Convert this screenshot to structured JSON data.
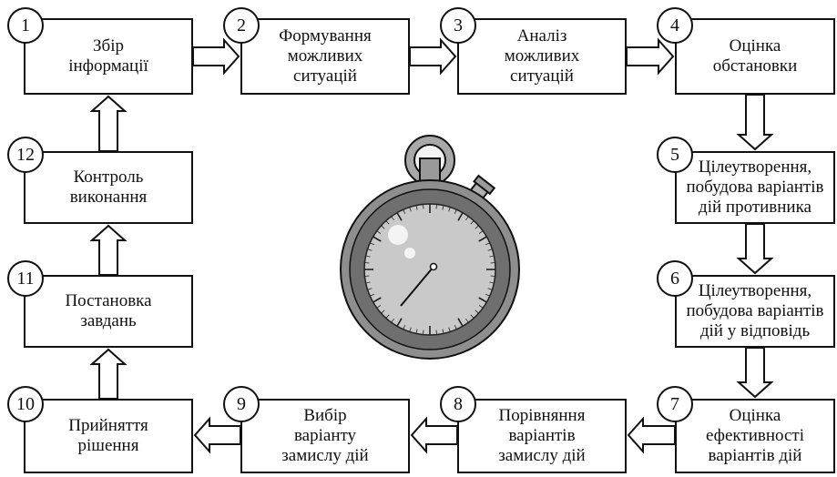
{
  "steps": [
    {
      "id": 1,
      "number": "1",
      "lines": [
        "Збір",
        "інформації"
      ]
    },
    {
      "id": 2,
      "number": "2",
      "lines": [
        "Формування",
        "можливих",
        "ситуацій"
      ]
    },
    {
      "id": 3,
      "number": "3",
      "lines": [
        "Аналіз",
        "можливих",
        "ситуацій"
      ]
    },
    {
      "id": 4,
      "number": "4",
      "lines": [
        "Оцінка",
        "обстановки"
      ]
    },
    {
      "id": 5,
      "number": "5",
      "lines": [
        "Цілеутворення,",
        "побудова варіантів",
        "дій противника"
      ]
    },
    {
      "id": 6,
      "number": "6",
      "lines": [
        "Цілеутворення,",
        "побудова варіантів",
        "дій у відповідь"
      ]
    },
    {
      "id": 7,
      "number": "7",
      "lines": [
        "Оцінка",
        "ефективності",
        "варіантів дій"
      ]
    },
    {
      "id": 8,
      "number": "8",
      "lines": [
        "Порівняння",
        "варіантів",
        "замислу дій"
      ]
    },
    {
      "id": 9,
      "number": "9",
      "lines": [
        "Вибір",
        "варіанту",
        "замислу дій"
      ]
    },
    {
      "id": 10,
      "number": "10",
      "lines": [
        "Прийняття",
        "рішення"
      ]
    },
    {
      "id": 11,
      "number": "11",
      "lines": [
        "Постановка",
        "завдань"
      ]
    },
    {
      "id": 12,
      "number": "12",
      "lines": [
        "Контроль",
        "виконання"
      ]
    }
  ],
  "flow": [
    [
      1,
      2
    ],
    [
      2,
      3
    ],
    [
      3,
      4
    ],
    [
      4,
      5
    ],
    [
      5,
      6
    ],
    [
      6,
      7
    ],
    [
      7,
      8
    ],
    [
      8,
      9
    ],
    [
      9,
      10
    ],
    [
      10,
      11
    ],
    [
      11,
      12
    ],
    [
      12,
      1
    ]
  ],
  "center_image": "stopwatch-icon"
}
